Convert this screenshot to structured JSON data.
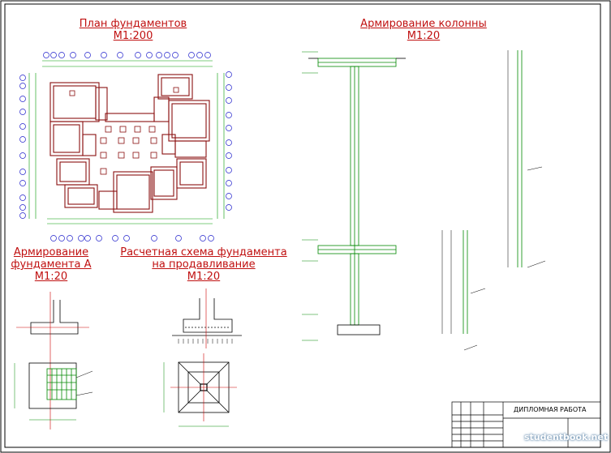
{
  "titles": {
    "plan": {
      "line1": "План фундаментов",
      "line2": "М1:200"
    },
    "column": {
      "line1": "Армирование колонны",
      "line2": "М1:20"
    },
    "footing": {
      "line1": "Армирование",
      "line2": "фундамента А",
      "line3": "М1:20"
    },
    "punch": {
      "line1": "Расчетная схема фундамента",
      "line2": "на продавливание",
      "line3": "М1:20"
    }
  },
  "stamp": {
    "work_title": "ДИПЛОМНАЯ РАБОТА"
  },
  "watermark": "studentbook.net",
  "colors": {
    "frame": "#000000",
    "title_red": "#c01010",
    "foundation_red": "#8a1010",
    "dimension_green": "#009900",
    "axis_blue": "#2222cc",
    "rebar_green": "#008800"
  }
}
